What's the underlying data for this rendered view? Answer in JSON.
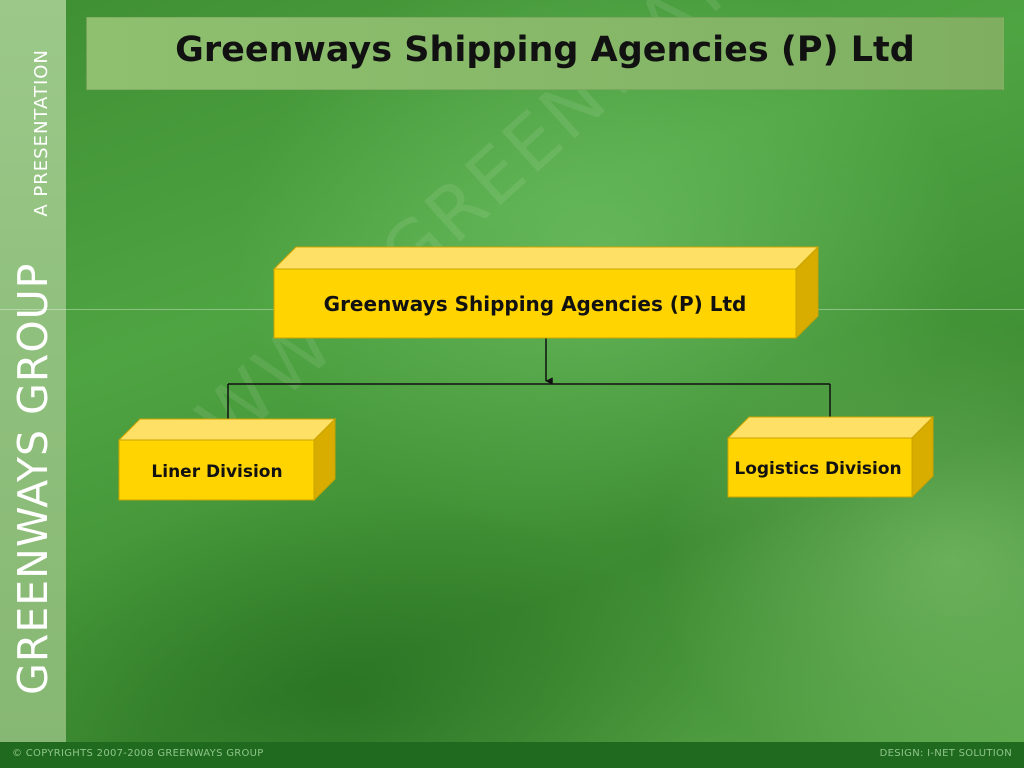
{
  "slide": {
    "title": "Greenways Shipping Agencies (P) Ltd",
    "side_brand": "GREENWAYS GROUP",
    "side_tagline": "A PRESENTATION",
    "watermark": "WWW.GREENWAYSGROUP.COM"
  },
  "org_chart": {
    "root": "Greenways Shipping Agencies (P) Ltd",
    "children": [
      "Liner Division",
      "Logistics Division"
    ]
  },
  "footer": {
    "copyright": "© COPYRIGHTS 2007-2008 GREENWAYS GROUP",
    "design": "DESIGN: I-NET SOLUTION"
  },
  "colors": {
    "box_face": "#ffd400",
    "box_top": "#ffe066",
    "box_side": "#d9ad00",
    "connector": "#111111"
  }
}
